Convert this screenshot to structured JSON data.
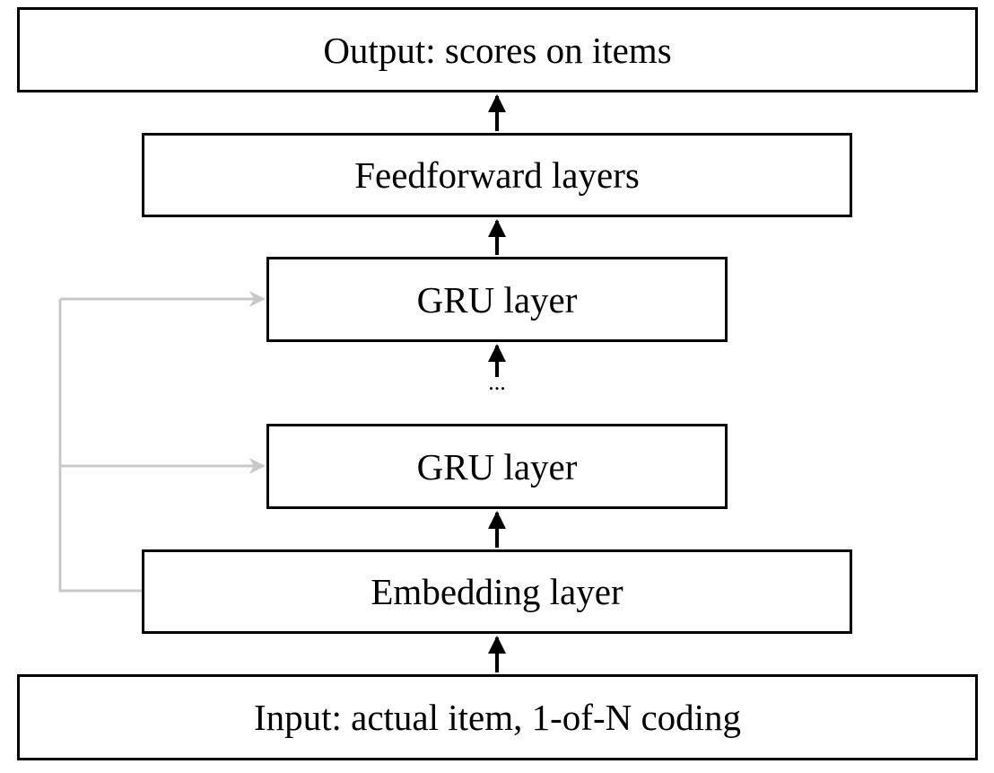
{
  "layers": {
    "output": "Output: scores on items",
    "feedforward": "Feedforward layers",
    "gru_top": "GRU layer",
    "ellipsis": "...",
    "gru_bottom": "GRU layer",
    "embedding": "Embedding layer",
    "input": "Input: actual item, 1-of-N coding"
  },
  "colors": {
    "box_border": "#000000",
    "main_arrow": "#000000",
    "skip_arrow": "#c8c8c8",
    "text": "#000000",
    "background": "#ffffff"
  }
}
